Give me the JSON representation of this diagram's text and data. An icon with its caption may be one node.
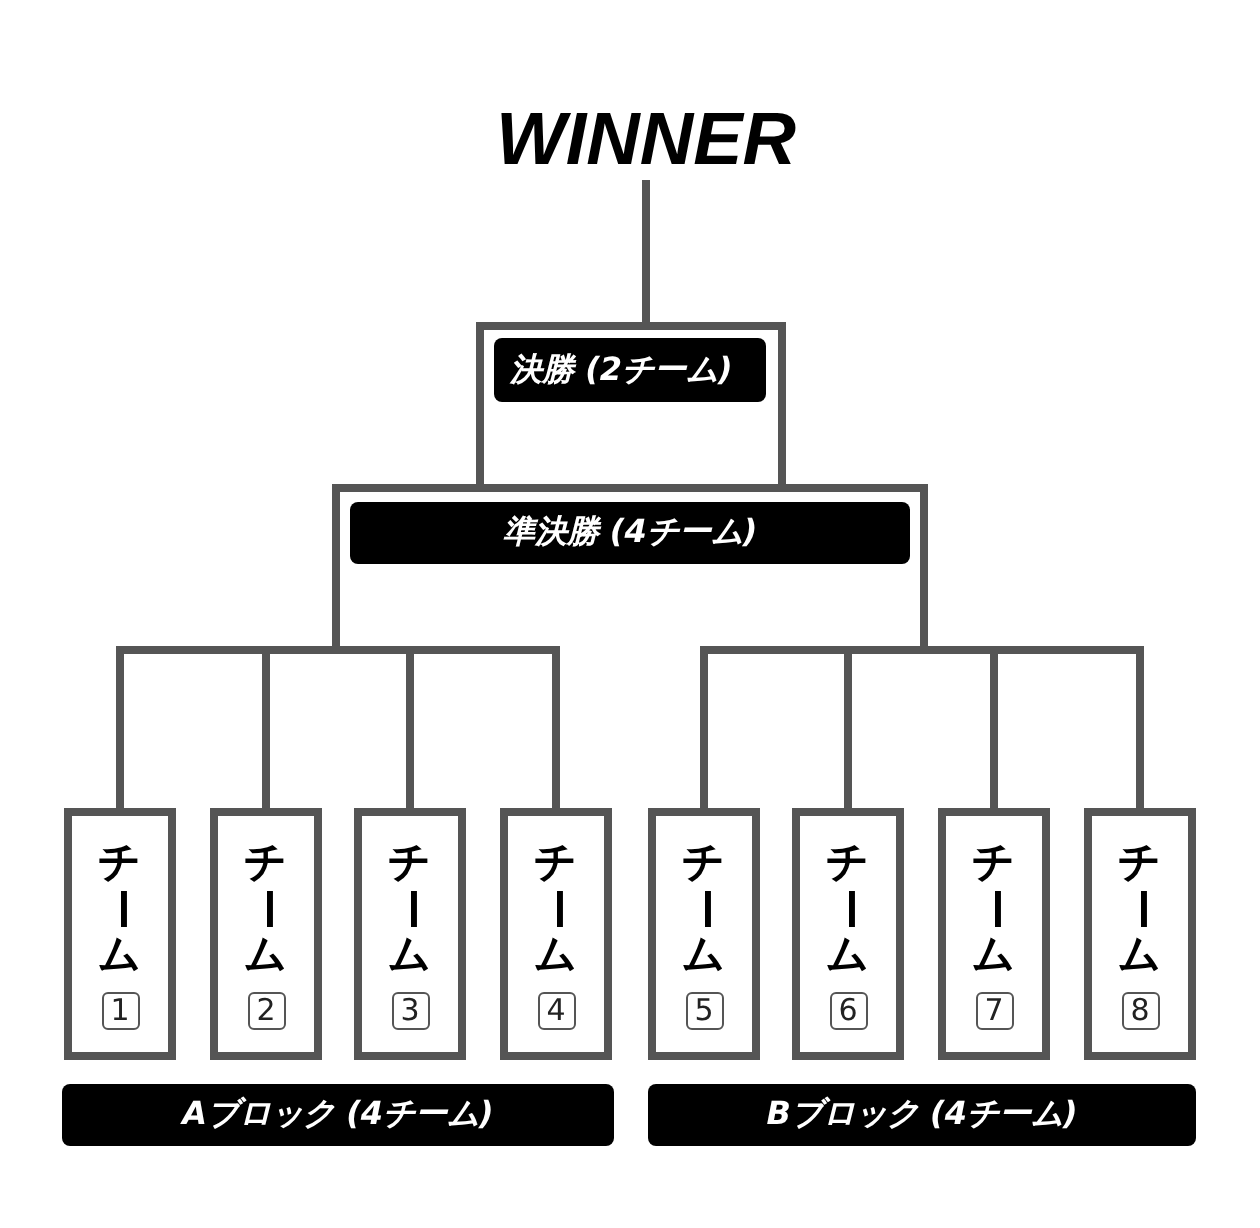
{
  "diagram": {
    "nodes": [
      {
        "text": [
          "WINNER"
        ]
      },
      {
        "text": [
          "決勝 (2チーム)"
        ]
      },
      {
        "text": [
          "準決勝 (4チーム)"
        ]
      },
      {
        "text": [
          "チーム",
          "1"
        ]
      },
      {
        "text": [
          "チーム",
          "2"
        ]
      },
      {
        "text": [
          "チーム",
          "3"
        ]
      },
      {
        "text": [
          "チーム",
          "4"
        ]
      },
      {
        "text": [
          "チーム",
          "5"
        ]
      },
      {
        "text": [
          "チーム",
          "6"
        ]
      },
      {
        "text": [
          "チーム",
          "7"
        ]
      },
      {
        "text": [
          "チーム",
          "8"
        ]
      },
      {
        "text": [
          "Aブロック (4チーム)"
        ]
      },
      {
        "text": [
          "Bブロック (4チーム)"
        ]
      }
    ],
    "edges": [
      {
        "from": 3,
        "to": 2,
        "arrow": "none"
      },
      {
        "from": 4,
        "to": 2,
        "arrow": "none"
      },
      {
        "from": 5,
        "to": 2,
        "arrow": "none"
      },
      {
        "from": 6,
        "to": 2,
        "arrow": "none"
      },
      {
        "from": 7,
        "to": 2,
        "arrow": "none"
      },
      {
        "from": 8,
        "to": 2,
        "arrow": "none"
      },
      {
        "from": 9,
        "to": 2,
        "arrow": "none"
      },
      {
        "from": 10,
        "to": 2,
        "arrow": "none"
      },
      {
        "from": 2,
        "to": 1,
        "arrow": "none"
      },
      {
        "from": 2,
        "to": 1,
        "arrow": "none"
      },
      {
        "from": 1,
        "to": 0,
        "arrow": "none"
      }
    ]
  }
}
